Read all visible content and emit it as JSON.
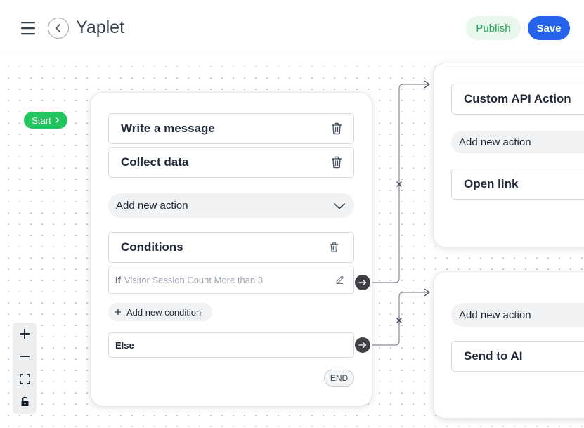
{
  "header": {
    "title": "Yaplet",
    "publish_label": "Publish",
    "save_label": "Save"
  },
  "canvas": {
    "start_label": "Start",
    "main_card": {
      "actions": [
        {
          "label": "Write a message"
        },
        {
          "label": "Collect data"
        }
      ],
      "add_action_label": "Add new action",
      "conditions_label": "Conditions",
      "if_keyword": "If",
      "if_text": "Visitor Session Count More than 3",
      "add_condition_label": "Add new condition",
      "else_label": "Else",
      "end_label": "END"
    },
    "right_card_top": {
      "actions": [
        {
          "label": "Custom API Action"
        },
        {
          "label": "Open link"
        }
      ],
      "add_action_label": "Add new action"
    },
    "right_card_bottom": {
      "add_action_label": "Add new action",
      "actions": [
        {
          "label": "Send to AI"
        }
      ]
    }
  },
  "colors": {
    "primary": "#2563eb",
    "publish_bg": "#e7f7ec",
    "publish_text": "#22a55a",
    "start_green": "#22c55e",
    "port_dark": "#3f3f46"
  }
}
